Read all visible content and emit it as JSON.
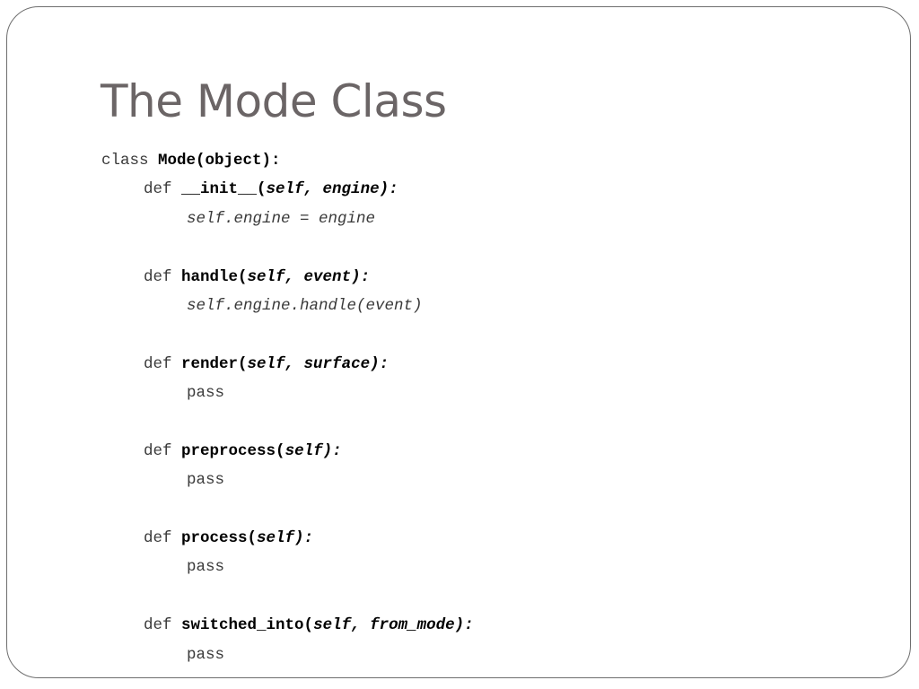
{
  "slide": {
    "title": "The Mode Class"
  },
  "code": {
    "class_line": {
      "keyword": "class",
      "name": "Mode(object):"
    },
    "methods": [
      {
        "keyword": "def",
        "name": "__init__(",
        "params": "self, engine):",
        "body": "self.engine = engine",
        "body_style": "italic"
      },
      {
        "keyword": "def",
        "name": "handle(",
        "params": "self, event):",
        "body": "self.engine.handle(event)",
        "body_style": "italic"
      },
      {
        "keyword": "def",
        "name": "render(",
        "params": "self, surface):",
        "body": "pass",
        "body_style": "plain"
      },
      {
        "keyword": "def",
        "name": "preprocess(",
        "params": "self):",
        "body": "pass",
        "body_style": "plain"
      },
      {
        "keyword": "def",
        "name": "process(",
        "params": "self):",
        "body": "pass",
        "body_style": "plain"
      },
      {
        "keyword": "def",
        "name": "switched_into(",
        "params": "self, from_mode):",
        "body": "pass",
        "body_style": "plain"
      }
    ]
  }
}
